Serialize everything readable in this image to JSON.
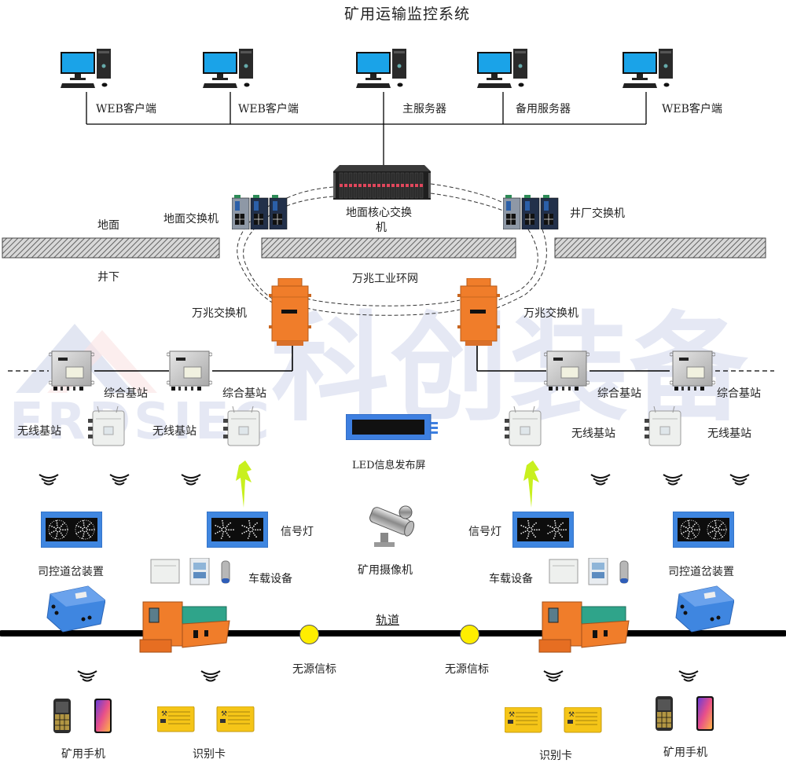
{
  "title": "矿用运输监控系统",
  "watermark": {
    "cn": "科创装备",
    "en": "ERDSIEC"
  },
  "surface": {
    "computers": [
      {
        "label": "WEB客户端",
        "role": "web-client"
      },
      {
        "label": "WEB客户端",
        "role": "web-client"
      },
      {
        "label": "主服务器",
        "role": "main-server"
      },
      {
        "label": "备用服务器",
        "role": "backup-server"
      },
      {
        "label": "WEB客户端",
        "role": "web-client"
      }
    ],
    "core_switch": {
      "label_line1": "地面核心交换",
      "label_line2": "机"
    },
    "ground_switch": {
      "label": "地面交换机"
    },
    "shaft_switch": {
      "label": "井厂交换机"
    },
    "zone_above": "地面",
    "zone_below": "井下"
  },
  "ring": {
    "label": "万兆工业环网"
  },
  "underground": {
    "ring_switches": [
      {
        "label": "万兆交换机"
      },
      {
        "label": "万兆交换机"
      }
    ],
    "integrated_stations": [
      {
        "label": "综合基站"
      },
      {
        "label": "综合基站"
      },
      {
        "label": "综合基站"
      },
      {
        "label": "综合基站"
      }
    ],
    "wireless_stations": [
      {
        "label": "无线基站"
      },
      {
        "label": "无线基站"
      },
      {
        "label": "无线基站"
      },
      {
        "label": "无线基站"
      }
    ],
    "led_screen": {
      "label": "LED信息发布屏"
    },
    "camera": {
      "label": "矿用摄像机"
    },
    "signal_lights": [
      {
        "label": "信号灯"
      },
      {
        "label": "信号灯"
      }
    ],
    "switch_controllers": [
      {
        "label": "司控道岔装置"
      },
      {
        "label": "司控道岔装置"
      }
    ],
    "vehicle_equipment": [
      {
        "label": "车载设备"
      },
      {
        "label": "车载设备"
      }
    ],
    "track": {
      "label": "轨道"
    },
    "beacons": [
      {
        "label": "无源信标"
      },
      {
        "label": "无源信标"
      }
    ],
    "phones": [
      {
        "label": "矿用手机"
      },
      {
        "label": "矿用手机"
      }
    ],
    "id_cards": [
      {
        "label": "识别卡"
      },
      {
        "label": "识别卡"
      }
    ]
  },
  "colors": {
    "monitor_screen": "#1aa3e8",
    "orange_device": "#f07d2a",
    "blue_device": "#3f86e0",
    "beacon_yellow": "#ffee00",
    "lightning": "#c8f01e",
    "ground_hatch": "#777777",
    "card_yellow": "#f5c518"
  }
}
